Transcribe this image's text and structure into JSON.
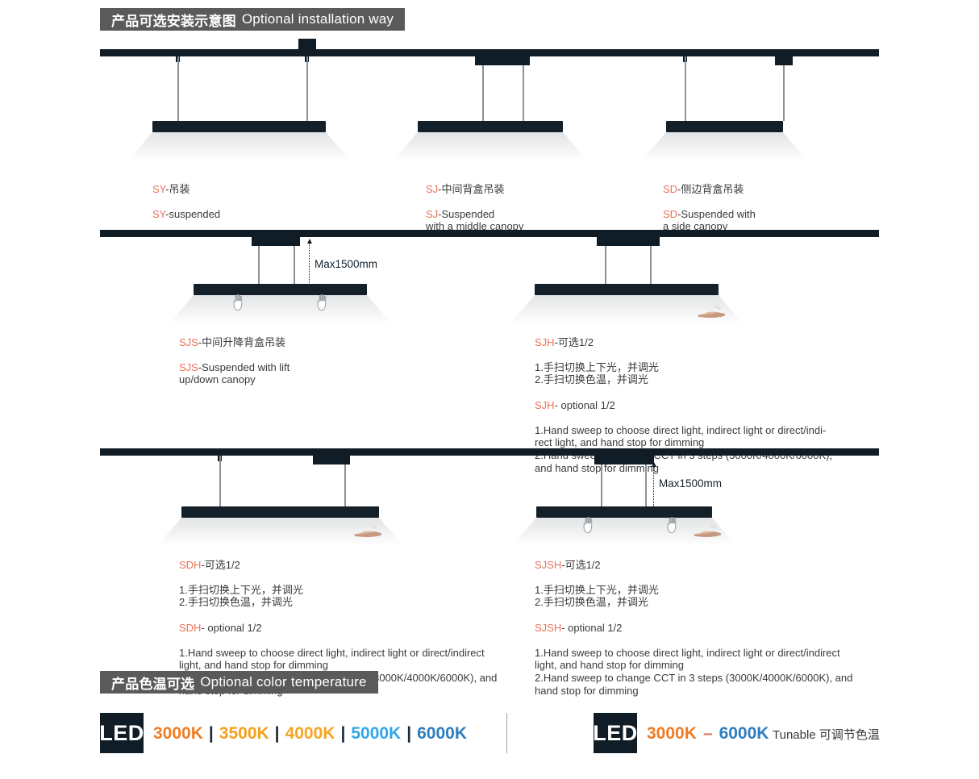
{
  "sections": {
    "installation": {
      "cn": "产品可选安装示意图",
      "en": "Optional installation way"
    },
    "color_temperature": {
      "cn": "产品色温可选",
      "en": "Optional color temperature"
    }
  },
  "dimension_labels": {
    "sjs_max": "Max1500mm",
    "sjsh_max": "Max1500mm"
  },
  "captions": {
    "sy": {
      "code_cn": "SY",
      "cn": "-吊装",
      "code_en": "SY",
      "en": "-suspended"
    },
    "sj": {
      "code_cn": "SJ",
      "cn": "-中间背盒吊装",
      "code_en": "SJ",
      "en": "-Suspended\nwith a middle canopy"
    },
    "sd": {
      "code_cn": "SD",
      "cn": "-侧边背盒吊装",
      "code_en": "SD",
      "en": "-Suspended with\na side canopy"
    },
    "sjs": {
      "code_cn": "SJS",
      "cn": "-中间升降背盒吊装",
      "code_en": "SJS",
      "en": "-Suspended with lift\nup/down canopy"
    },
    "sjh": {
      "code_cn": "SJH",
      "cn": "-可选1/2",
      "cn_lines": "1.手扫切换上下光，并调光\n2.手扫切换色温，并调光",
      "code_en": "SJH",
      "en_title": "- optional 1/2",
      "en_lines": "1.Hand sweep to choose direct light, indirect light or direct/indi-\nrect light, and hand stop for dimming\n2.Hand sweep to change CCT in 3 steps (3000K/4000K/6000K),\nand hand stop for dimming"
    },
    "sdh": {
      "code_cn": "SDH",
      "cn": "-可选1/2",
      "cn_lines": "1.手扫切换上下光，并调光\n2.手扫切换色温，并调光",
      "code_en": "SDH",
      "en_title": "- optional 1/2",
      "en_lines": "1.Hand sweep to choose direct light, indirect light or direct/indirect\nlight, and hand stop for dimming\n2.Hand sweep to change CCT in 3 steps (3000K/4000K/6000K), and\nhand stop for dimming"
    },
    "sjsh": {
      "code_cn": "SJSH",
      "cn": "-可选1/2",
      "cn_lines": "1.手扫切换上下光，并调光\n2.手扫切换色温，并调光",
      "code_en": "SJSH",
      "en_title": "- optional 1/2",
      "en_lines": "1.Hand sweep to choose direct light, indirect light or direct/indirect\nlight, and hand stop for dimming\n2.Hand sweep to change CCT in 3 steps (3000K/4000K/6000K), and\nhand stop for dimming"
    }
  },
  "cct": {
    "badge_label": "LED",
    "fixed_steps": [
      {
        "value": "3000K",
        "color": "#F07C22"
      },
      {
        "value": "3500K",
        "color": "#F4A11E"
      },
      {
        "value": "4000K",
        "color": "#F5A623"
      },
      {
        "value": "5000K",
        "color": "#2FA8E8"
      },
      {
        "value": "6000K",
        "color": "#2E7DBE"
      }
    ],
    "separator": "|",
    "tunable_range": {
      "from": {
        "value": "3000K",
        "color": "#F07C22"
      },
      "dash": "–",
      "to": {
        "value": "6000K",
        "color": "#2E7DBE"
      }
    },
    "tunable_label": "Tunable 可调节色温"
  },
  "colors": {
    "accent": "#e8735a",
    "dark": "#101d27",
    "bar": "#5a5a5a"
  }
}
